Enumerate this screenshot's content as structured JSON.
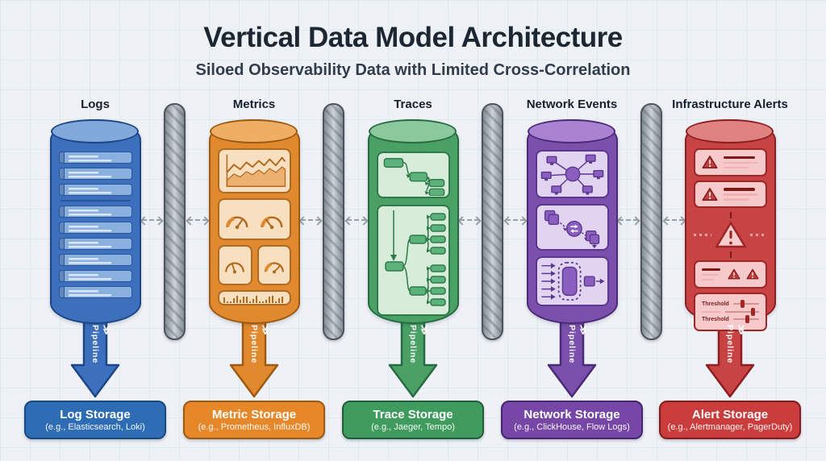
{
  "title": "Vertical Data Model Architecture",
  "subtitle": "Siloed Observability Data with Limited Cross-Correlation",
  "pipeline": {
    "chevron": "≫",
    "label": "Pipeline"
  },
  "threshold_label": "Threshold",
  "barrier_color": "#aeb5bc",
  "blocked_arrow_color": "#97a1ab",
  "columns": [
    {
      "label": "Logs",
      "storage_title": "Log Storage",
      "storage_subtitle": "(e.g., Elasticsearch, Loki)",
      "colors": {
        "body": "#3c70bd",
        "top": "#82a9db",
        "border": "#1d4687",
        "panel": "#8ab0e0",
        "panel_border": "#27549b",
        "accent": "#d9e6f6",
        "storage_bg": "#2e6cb5",
        "storage_border": "#174a82"
      }
    },
    {
      "label": "Metrics",
      "storage_title": "Metric Storage",
      "storage_subtitle": "(e.g., Prometheus, InfluxDB)",
      "colors": {
        "body": "#e1892f",
        "top": "#efae63",
        "border": "#9c5a12",
        "panel": "#f8dfc0",
        "panel_border": "#b06a1e",
        "accent": "#cf7a24",
        "storage_bg": "#e6882a",
        "storage_border": "#9a5a10"
      }
    },
    {
      "label": "Traces",
      "storage_title": "Trace Storage",
      "storage_subtitle": "(e.g., Jaeger, Tempo)",
      "colors": {
        "body": "#4aa065",
        "top": "#8bc89c",
        "border": "#266b42",
        "panel": "#d8ecda",
        "panel_border": "#2f7a4b",
        "accent": "#5cb27b",
        "storage_bg": "#3f9c5e",
        "storage_border": "#1f5e38"
      }
    },
    {
      "label": "Network Events",
      "storage_title": "Network Storage",
      "storage_subtitle": "(e.g., ClickHouse, Flow Logs)",
      "colors": {
        "body": "#7a50ac",
        "top": "#a983d2",
        "border": "#4b2a78",
        "panel": "#e0d4f0",
        "panel_border": "#5c3790",
        "accent": "#8a5fc0",
        "storage_bg": "#7647a7",
        "storage_border": "#46246e"
      }
    },
    {
      "label": "Infrastructure Alerts",
      "storage_title": "Alert Storage",
      "storage_subtitle": "(e.g., Alertmanager, PagerDuty)",
      "colors": {
        "body": "#c84343",
        "top": "#de8282",
        "border": "#8e1f1f",
        "panel": "#f6caca",
        "panel_border": "#9e2626",
        "accent": "#c23b3b",
        "storage_bg": "#cb3d3d",
        "storage_border": "#851a1a"
      }
    }
  ]
}
